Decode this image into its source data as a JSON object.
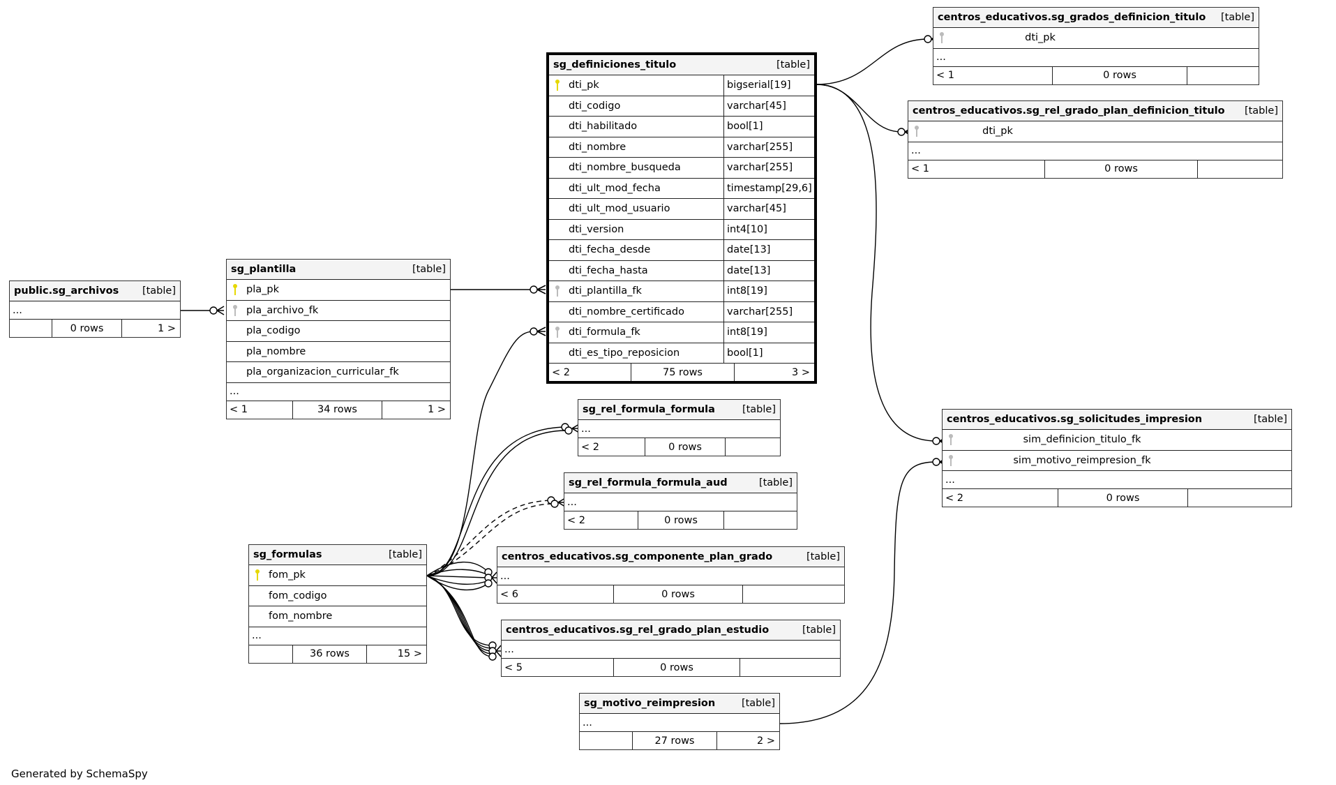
{
  "colors": {
    "pk_key": "#e6d800",
    "fk_key": "#bbbbbb",
    "header_bg": "#f4f4f4",
    "border": "#222222"
  },
  "table_tag": "[table]",
  "ellipsis": "...",
  "footer": "Generated by SchemaSpy",
  "tables": {
    "definiciones": {
      "name": "sg_definiciones_titulo",
      "columns": [
        {
          "name": "dti_pk",
          "type": "bigserial[19]",
          "key": "pk"
        },
        {
          "name": "dti_codigo",
          "type": "varchar[45]",
          "key": ""
        },
        {
          "name": "dti_habilitado",
          "type": "bool[1]",
          "key": ""
        },
        {
          "name": "dti_nombre",
          "type": "varchar[255]",
          "key": ""
        },
        {
          "name": "dti_nombre_busqueda",
          "type": "varchar[255]",
          "key": ""
        },
        {
          "name": "dti_ult_mod_fecha",
          "type": "timestamp[29,6]",
          "key": ""
        },
        {
          "name": "dti_ult_mod_usuario",
          "type": "varchar[45]",
          "key": ""
        },
        {
          "name": "dti_version",
          "type": "int4[10]",
          "key": ""
        },
        {
          "name": "dti_fecha_desde",
          "type": "date[13]",
          "key": ""
        },
        {
          "name": "dti_fecha_hasta",
          "type": "date[13]",
          "key": ""
        },
        {
          "name": "dti_plantilla_fk",
          "type": "int8[19]",
          "key": "fk"
        },
        {
          "name": "dti_nombre_certificado",
          "type": "varchar[255]",
          "key": ""
        },
        {
          "name": "dti_formula_fk",
          "type": "int8[19]",
          "key": "fk"
        },
        {
          "name": "dti_es_tipo_reposicion",
          "type": "bool[1]",
          "key": ""
        }
      ],
      "prev": "< 2",
      "rows": "75 rows",
      "next": "3 >"
    },
    "grados_def": {
      "name": "centros_educativos.sg_grados_definicion_titulo",
      "columns": [
        {
          "name": "dti_pk",
          "key": "fk"
        }
      ],
      "prev": "< 1",
      "rows": "0 rows",
      "next": ""
    },
    "rel_grado_plan_def": {
      "name": "centros_educativos.sg_rel_grado_plan_definicion_titulo",
      "columns": [
        {
          "name": "dti_pk",
          "key": "fk"
        }
      ],
      "prev": "< 1",
      "rows": "0 rows",
      "next": ""
    },
    "archivos": {
      "name": "public.sg_archivos",
      "columns": [],
      "prev": "",
      "rows": "0 rows",
      "next": "1 >"
    },
    "plantilla": {
      "name": "sg_plantilla",
      "columns": [
        {
          "name": "pla_pk",
          "key": "pk"
        },
        {
          "name": "pla_archivo_fk",
          "key": "fk"
        },
        {
          "name": "pla_codigo",
          "key": ""
        },
        {
          "name": "pla_nombre",
          "key": ""
        },
        {
          "name": "pla_organizacion_curricular_fk",
          "key": ""
        }
      ],
      "prev": "< 1",
      "rows": "34 rows",
      "next": "1 >"
    },
    "rel_formula": {
      "name": "sg_rel_formula_formula",
      "columns": [],
      "prev": "< 2",
      "rows": "0 rows",
      "next": ""
    },
    "rel_formula_aud": {
      "name": "sg_rel_formula_formula_aud",
      "columns": [],
      "prev": "< 2",
      "rows": "0 rows",
      "next": ""
    },
    "componente": {
      "name": "centros_educativos.sg_componente_plan_grado",
      "columns": [],
      "prev": "< 6",
      "rows": "0 rows",
      "next": ""
    },
    "rel_grado_plan_est": {
      "name": "centros_educativos.sg_rel_grado_plan_estudio",
      "columns": [],
      "prev": "< 5",
      "rows": "0 rows",
      "next": ""
    },
    "formulas": {
      "name": "sg_formulas",
      "columns": [
        {
          "name": "fom_pk",
          "key": "pk"
        },
        {
          "name": "fom_codigo",
          "key": ""
        },
        {
          "name": "fom_nombre",
          "key": ""
        }
      ],
      "prev": "",
      "rows": "36 rows",
      "next": "15 >"
    },
    "solicitudes": {
      "name": "centros_educativos.sg_solicitudes_impresion",
      "columns": [
        {
          "name": "sim_definicion_titulo_fk",
          "key": "fk"
        },
        {
          "name": "sim_motivo_reimpresion_fk",
          "key": "fk"
        }
      ],
      "prev": "< 2",
      "rows": "0 rows",
      "next": ""
    },
    "motivo": {
      "name": "sg_motivo_reimpresion",
      "columns": [],
      "prev": "",
      "rows": "27 rows",
      "next": "2 >"
    }
  }
}
